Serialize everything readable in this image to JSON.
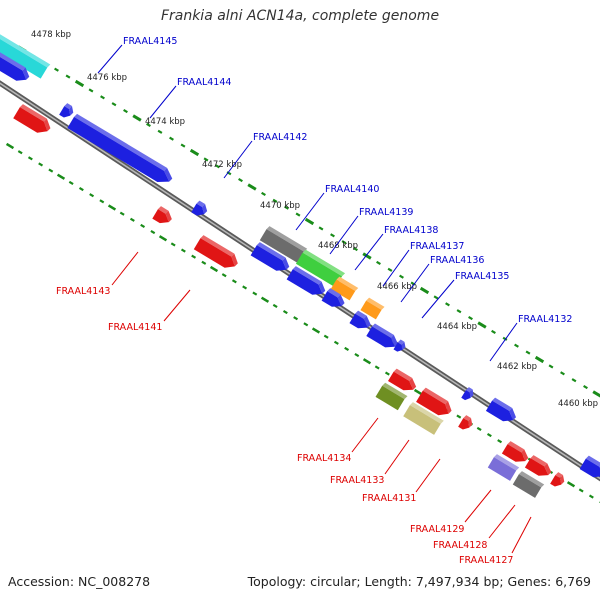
{
  "title": "Frankia alni ACN14a, complete genome",
  "footer": {
    "accession": "Accession: NC_008278",
    "summary": "Topology: circular; Length: 7,497,934 bp; Genes: 6,769"
  },
  "colors": {
    "blue": "#1d20e0",
    "red": "#e01515",
    "cyan": "#28d8d8",
    "gray": "#6c6c6c",
    "green": "#3fcf3f",
    "orange": "#ff9a1a",
    "olive": "#6f8f22",
    "khaki": "#c8c07a",
    "lavender": "#7a6ed8",
    "backbone": "#8c8c8c",
    "tick": "#1a8c1a",
    "label_forward": "#0000cc",
    "label_reverse": "#dd0000"
  },
  "scale_labels": [
    "4478 kbp",
    "4476 kbp",
    "4474 kbp",
    "4472 kbp",
    "4470 kbp",
    "4468 kbp",
    "4466 kbp",
    "4464 kbp",
    "4462 kbp",
    "4460 kbp"
  ],
  "genes_forward": [
    {
      "name": "FRAAL4145",
      "color": "cyan"
    },
    {
      "name": "FRAAL4144",
      "color": "blue"
    },
    {
      "name": "FRAAL4142",
      "color": "blue"
    },
    {
      "name": "FRAAL4140",
      "color": "gray"
    },
    {
      "name": "FRAAL4139",
      "color": "green"
    },
    {
      "name": "FRAAL4138",
      "color": "orange"
    },
    {
      "name": "FRAAL4137",
      "color": "orange"
    },
    {
      "name": "FRAAL4136",
      "color": "blue"
    },
    {
      "name": "FRAAL4135",
      "color": "blue"
    },
    {
      "name": "FRAAL4132",
      "color": "blue"
    }
  ],
  "genes_reverse": [
    {
      "name": "FRAAL4143",
      "color": "red"
    },
    {
      "name": "FRAAL4141",
      "color": "red"
    },
    {
      "name": "FRAAL4134",
      "color": "olive"
    },
    {
      "name": "FRAAL4133",
      "color": "khaki"
    },
    {
      "name": "FRAAL4131",
      "color": "red"
    },
    {
      "name": "FRAAL4129",
      "color": "lavender"
    },
    {
      "name": "FRAAL4128",
      "color": "gray"
    },
    {
      "name": "FRAAL4127",
      "color": "red"
    }
  ]
}
